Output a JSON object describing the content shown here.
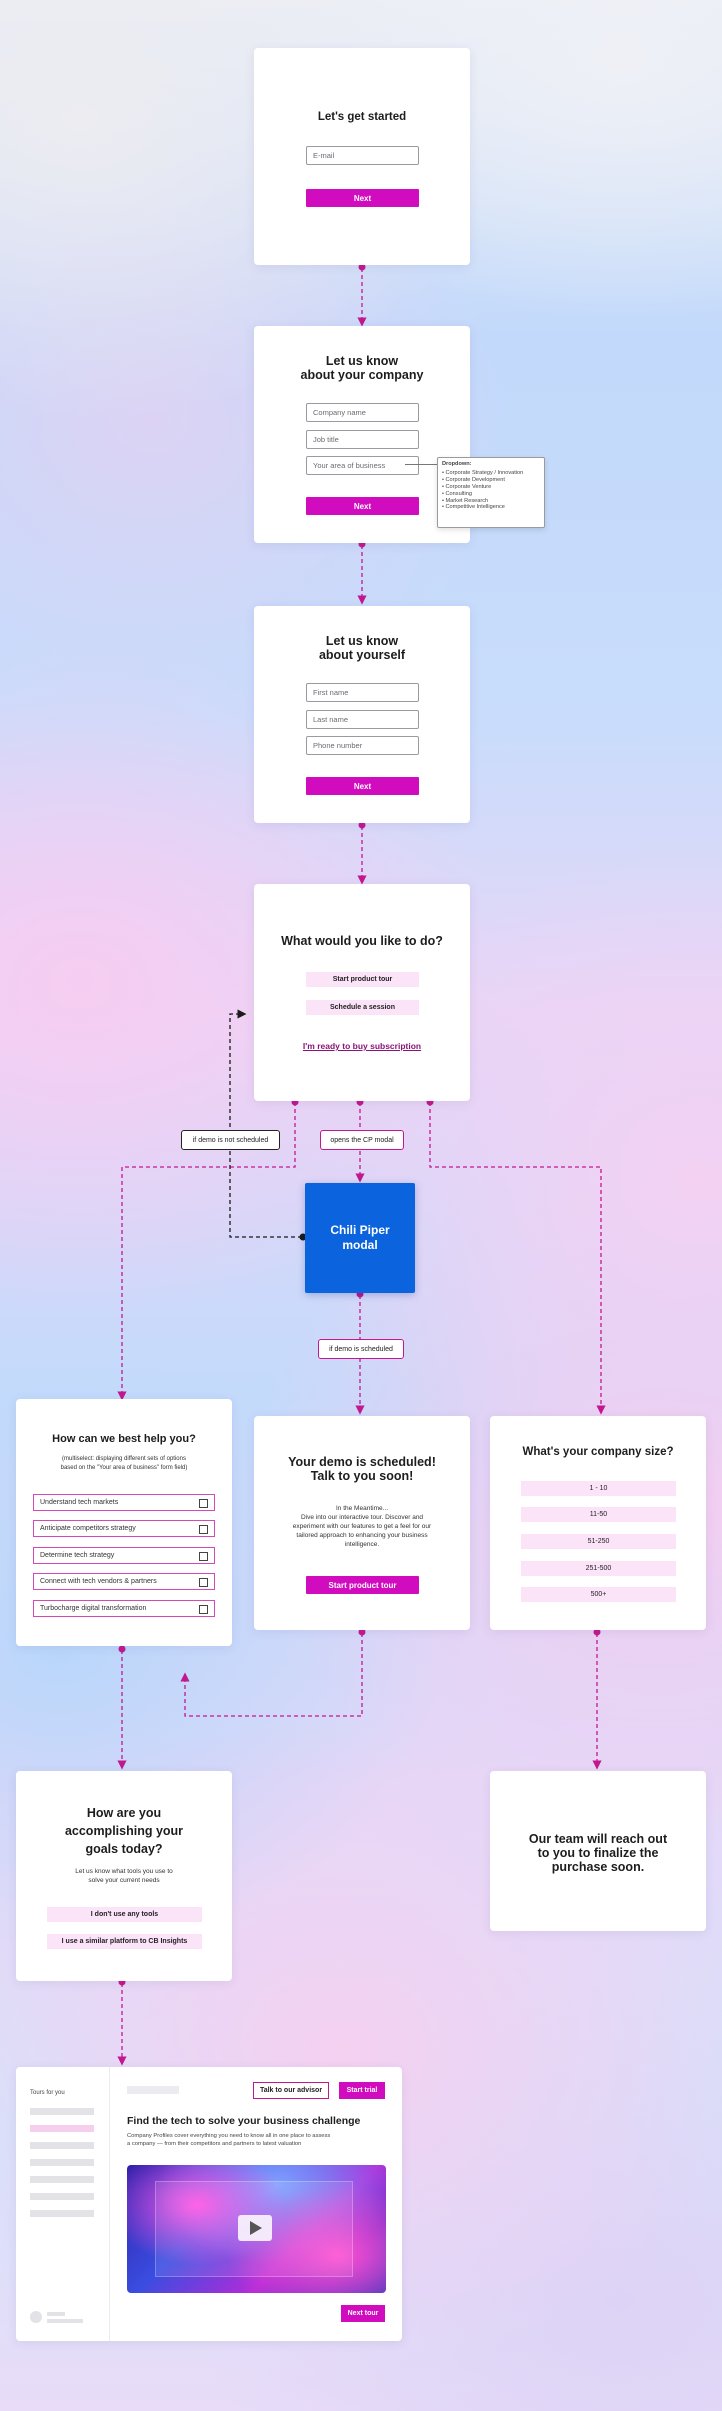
{
  "card1": {
    "title": "Let's get started",
    "email_placeholder": "E-mail",
    "next": "Next"
  },
  "card2": {
    "title_l1": "Let us know",
    "title_l2": "about your company",
    "company_placeholder": "Company name",
    "job_placeholder": "Job title",
    "area_placeholder": "Your area of business",
    "next": "Next",
    "dropdown": {
      "label": "Dropdown:",
      "items": [
        "Corporate Strategy / Innovation",
        "Corporate Development",
        "Corporate Venture",
        "Consulting",
        "Market Research",
        "Competitive Intelligence"
      ]
    }
  },
  "card3": {
    "title_l1": "Let us know",
    "title_l2": "about yourself",
    "first_placeholder": "First name",
    "last_placeholder": "Last name",
    "phone_placeholder": "Phone number",
    "next": "Next"
  },
  "card4": {
    "title": "What would you like to do?",
    "option1": "Start product tour",
    "option2": "Schedule a session",
    "link": "I'm ready to buy subscription"
  },
  "notes": {
    "not_scheduled": "if demo is not scheduled",
    "opens_cp": "opens the CP modal",
    "scheduled": "if demo is scheduled"
  },
  "chili": {
    "line1": "Chili Piper",
    "line2": "modal"
  },
  "help": {
    "title_l1": "How can we best help you?",
    "sub_l1": "(multiselect: displaying different sets of options",
    "sub_l2": "based on the \"Your area of business\" form field)",
    "options": [
      "Understand tech markets",
      "Anticipate competitors strategy",
      "Determine tech strategy",
      "Connect with tech vendors & partners",
      "Turbocharge digital transformation"
    ]
  },
  "demo": {
    "title_l1": "Your demo is scheduled!",
    "title_l2": "Talk to you soon!",
    "body_l1": "In the Meantime...",
    "body_l2": "Dive into our interactive tour. Discover and",
    "body_l3": "experiment with our features to get a feel for our",
    "body_l4": "tailored approach to enhancing your business",
    "body_l5": "intelligence.",
    "button": "Start product tour"
  },
  "size": {
    "title": "What's your company size?",
    "options": [
      "1 - 10",
      "11-50",
      "51-250",
      "251-500",
      "500+"
    ]
  },
  "goals": {
    "title_l1": "How are you",
    "title_l2": "accomplishing your",
    "title_l3": "goals today?",
    "sub_l1": "Let us know what tools you use to",
    "sub_l2": "solve your current needs",
    "option1": "I don't use any tools",
    "option2": "I use a similar platform to CB Insights"
  },
  "reach": {
    "l1": "Our team will reach out",
    "l2": "to you to finalize the",
    "l3": "purchase soon."
  },
  "tour": {
    "sidebar_label": "Tours for you",
    "talk_button": "Talk to our advisor",
    "trial_button": "Start trial",
    "heading": "Find the tech to solve your business challenge",
    "desc_l1": "Company Profiles cover everything you need to know all in one place to assess",
    "desc_l2": "a company — from their competitors and partners to latest valuation",
    "next_tour": "Next tour"
  },
  "colors": {
    "accent": "#d10cbf",
    "chili": "#0b63de",
    "pill": "#fbe3f8",
    "connector": "#c2188f"
  }
}
